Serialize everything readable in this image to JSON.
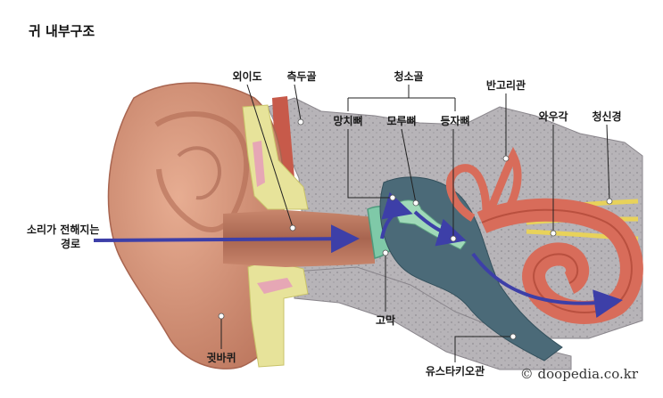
{
  "title": "귀 내부구조",
  "labels": {
    "ear_canal": "외이도",
    "temporal_bone": "측두골",
    "ossicles": "청소골",
    "malleus": "망치뼈",
    "incus": "모루뼈",
    "stapes": "등자뼈",
    "semicircular_canals": "반고리관",
    "cochlea": "와우각",
    "auditory_nerve": "청신경",
    "sound_path_line1": "소리가 전해지는",
    "sound_path_line2": "경로",
    "eardrum": "고막",
    "auricle": "귓바퀴",
    "eustachian_tube": "유스타키오관"
  },
  "credit": "© doopedia.co.kr",
  "colors": {
    "skin": "#d9967c",
    "skin_dark": "#b86f57",
    "bone": "#b9b6ba",
    "cartilage": "#e7e39a",
    "arrow": "#3d3fa8",
    "cochlea": "#d86c5a",
    "tube": "#4b6a78",
    "nerve": "#e8d25a"
  }
}
